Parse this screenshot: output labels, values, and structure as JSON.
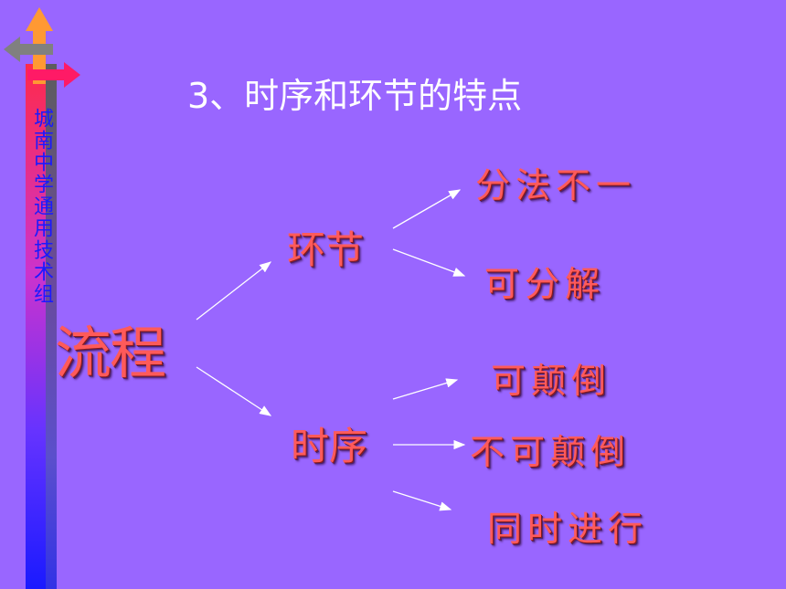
{
  "slide": {
    "sidebar_text": "城南中学通用技术组",
    "title": "3、时序和环节的特点",
    "root": "流程",
    "branches": [
      {
        "label": "环节",
        "items": [
          "分法不一",
          "可分解"
        ]
      },
      {
        "label": "时序",
        "items": [
          "可颠倒",
          "不可颠倒",
          "同时进行"
        ]
      }
    ]
  },
  "colors": {
    "background": "#9966ff",
    "title_text": "#ffffff",
    "node_text": "#ff5a5a",
    "sidebar_text": "#1a1aff",
    "arrow_up": "#ff9933",
    "arrow_right": "#ff1a66",
    "arrow_left": "#808080"
  },
  "icons": [
    "up-arrow-icon",
    "right-arrow-icon",
    "left-arrow-icon"
  ]
}
